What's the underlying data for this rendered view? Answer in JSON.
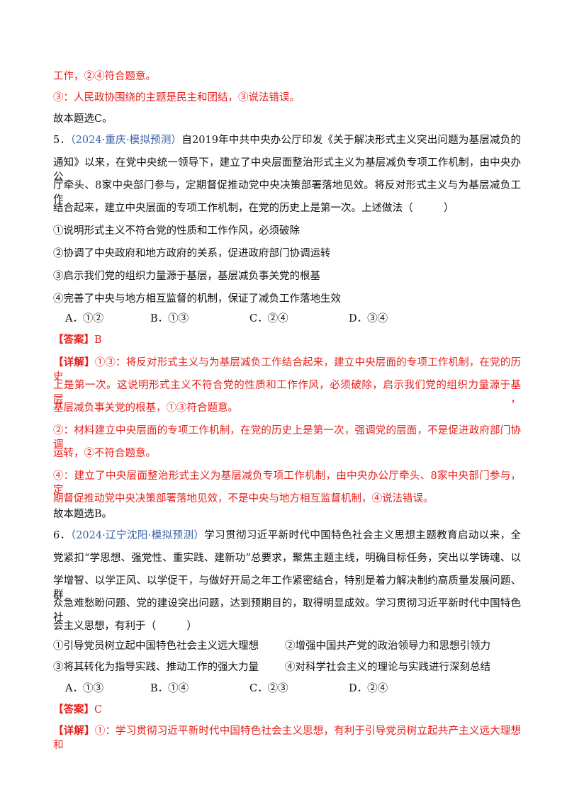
{
  "prev": {
    "l1": "工作，②④符合题意。",
    "l2": "③：人民政协围绕的主题是民主和团结，③说法错误。",
    "l3": "故本题选C。"
  },
  "q5": {
    "num": "5．",
    "source": "（2024·重庆·模拟预测）",
    "stem1": "自2019年中共中央办公厅印发《关于解决形式主义突出问题为基层减负的",
    "stem2": "通知》以来，在党中央统一领导下，建立了中央层面整治形式主义为基层减负专项工作机制，由中央办公",
    "stem3": "厅牵头、8家中央部门参与，定期督促推动党中央决策部署落地见效。将反对形式主义与为基层减负工作",
    "stem4": "结合起来，建立中央层面的专项工作机制，在党的历史上是第一次。上述做法（　　　）",
    "items": [
      "①说明形式主义不符合党的性质和工作作风，必须破除",
      "②协调了中央政府和地方政府的关系，促进政府部门协调运转",
      "③启示我们党的组织力量源于基层，基层减负事关党的根基",
      "④完善了中央与地方相互监督的机制，保证了减负工作落地生效"
    ],
    "options": [
      "A．①②",
      "B．①③",
      "C．②④",
      "D．③④"
    ],
    "answer_label": "【答案】",
    "answer": "B",
    "detail_label": "【详解】",
    "d1": "①③：将反对形式主义与为基层减负工作结合起来，建立中央层面的专项工作机制，在党的历史",
    "d2": "上是第一次。这说明形式主义不符合党的性质和工作作风，必须破除，启示我们党的组织力量源于基层，",
    "d3": "基层减负事关党的根基，①③符合题意。",
    "d4": "②：材料建立中央层面的专项工作机制，在党的历史上是第一次，强调党的层面，不是促进政府部门协调",
    "d5": "运转，②不符合题意。",
    "d6": "④：建立了中央层面整治形式主义为基层减负专项工作机制，由中央办公厅牵头、8家中央部门参与，定",
    "d7": "期督促推动党中央决策部署落地见效，不是中央与地方相互监督机制，④说法错误。",
    "conclusion": "故本题选B。"
  },
  "q6": {
    "num": "6．",
    "source": "（2024·辽宁沈阳·模拟预测）",
    "stem1": "学习贯彻习近平新时代中国特色社会主义思想主题教育启动以来，全",
    "stem2": "党紧扣“学思想、强党性、重实践、建新功”总要求，聚焦主题主线，明确目标任务，突出以学铸魂、以",
    "stem3": "学增智、以学正风、以学促干，与做好开局之年工作紧密结合，特别是着力解决制约高质量发展问题、群",
    "stem4": "众急难愁盼问题、党的建设突出问题，达到预期目的，取得明显成效。学习贯彻习近平新时代中国特色社",
    "stem5": "会主义思想，有利于（　　　）",
    "items": [
      "①引导党员树立起中国特色社会主义远大理想",
      "②增强中国共产党的政治领导力和思想引领力",
      "③将其转化为指导实践、推动工作的强大力量",
      "④对科学社会主义的理论与实践进行深刻总结"
    ],
    "options": [
      "A．①③",
      "B．①④",
      "C．②③",
      "D．②④"
    ],
    "answer_label": "【答案】",
    "answer": "C",
    "detail_label": "【详解】",
    "d1": "①：学习贯彻习近平新时代中国特色社会主义思想，有利于引导党员树立起共产主义远大理想和"
  }
}
